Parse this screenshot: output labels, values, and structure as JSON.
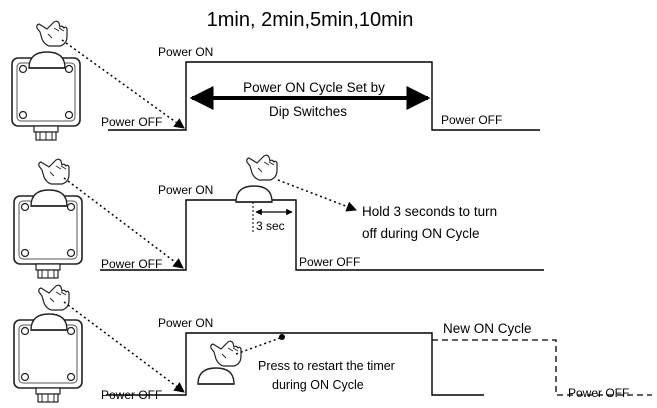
{
  "title": "1min, 2min,5min,10min",
  "panel1": {
    "power_on": "Power ON",
    "power_off_left": "Power OFF",
    "power_off_right": "Power OFF",
    "arrow_label_line1": "Power ON Cycle Set by",
    "arrow_label_line2": "Dip Switches"
  },
  "panel2": {
    "power_on": "Power ON",
    "power_off_left": "Power OFF",
    "power_off_right": "Power OFF",
    "hold_label": "3 sec",
    "note_line1": "Hold 3 seconds to turn",
    "note_line2": "off during ON Cycle"
  },
  "panel3": {
    "power_on": "Power ON",
    "power_off_left": "Power OFF",
    "power_off_right": "Power OFF",
    "new_cycle": "New ON Cycle",
    "note_line1": "Press to restart the timer",
    "note_line2": "during ON Cycle"
  },
  "icons": {
    "device": "timer-box-icon",
    "hand": "pointing-hand-icon",
    "button": "push-button-icon"
  }
}
